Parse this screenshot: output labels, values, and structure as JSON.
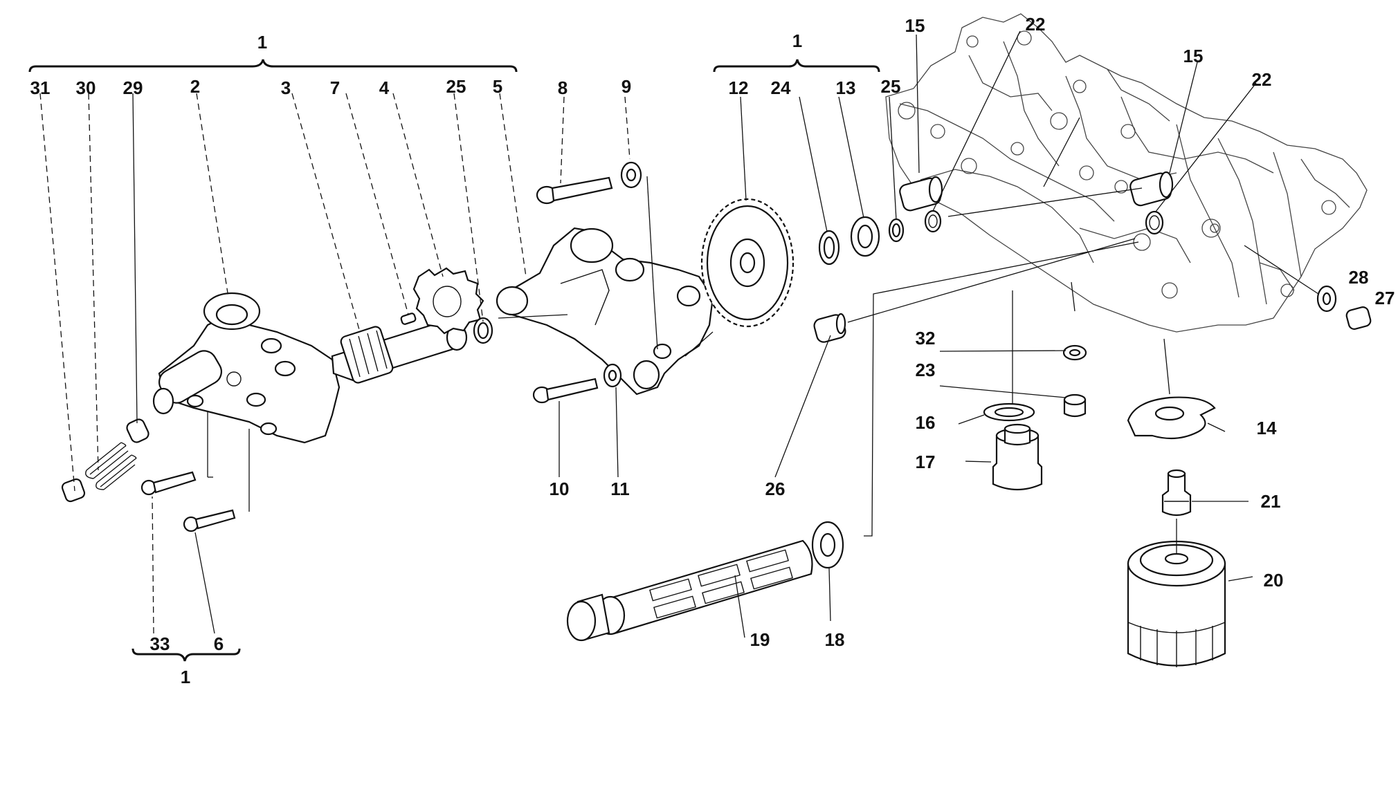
{
  "diagram": {
    "part_labels": [
      "1",
      "1",
      "1",
      "2",
      "3",
      "4",
      "5",
      "6",
      "7",
      "8",
      "9",
      "10",
      "11",
      "12",
      "13",
      "14",
      "15",
      "15",
      "16",
      "17",
      "18",
      "19",
      "20",
      "21",
      "22",
      "22",
      "23",
      "24",
      "25",
      "25",
      "26",
      "27",
      "28",
      "29",
      "30",
      "31",
      "32",
      "33"
    ]
  },
  "labels": {
    "group_left": "1",
    "group_mid": "1",
    "group_bottom": "1",
    "p31": "31",
    "p30": "30",
    "p29": "29",
    "p2": "2",
    "p3": "3",
    "p7": "7",
    "p4": "4",
    "p25a": "25",
    "p5": "5",
    "p8": "8",
    "p9": "9",
    "p12": "12",
    "p24": "24",
    "p13": "13",
    "p25b": "25",
    "p15a": "15",
    "p22a": "22",
    "p15b": "15",
    "p22b": "22",
    "p28": "28",
    "p27": "27",
    "p32": "32",
    "p23": "23",
    "p16": "16",
    "p14": "14",
    "p17": "17",
    "p21": "21",
    "p20": "20",
    "p10": "10",
    "p11": "11",
    "p26": "26",
    "p19": "19",
    "p18": "18",
    "p33": "33",
    "p6": "6"
  }
}
